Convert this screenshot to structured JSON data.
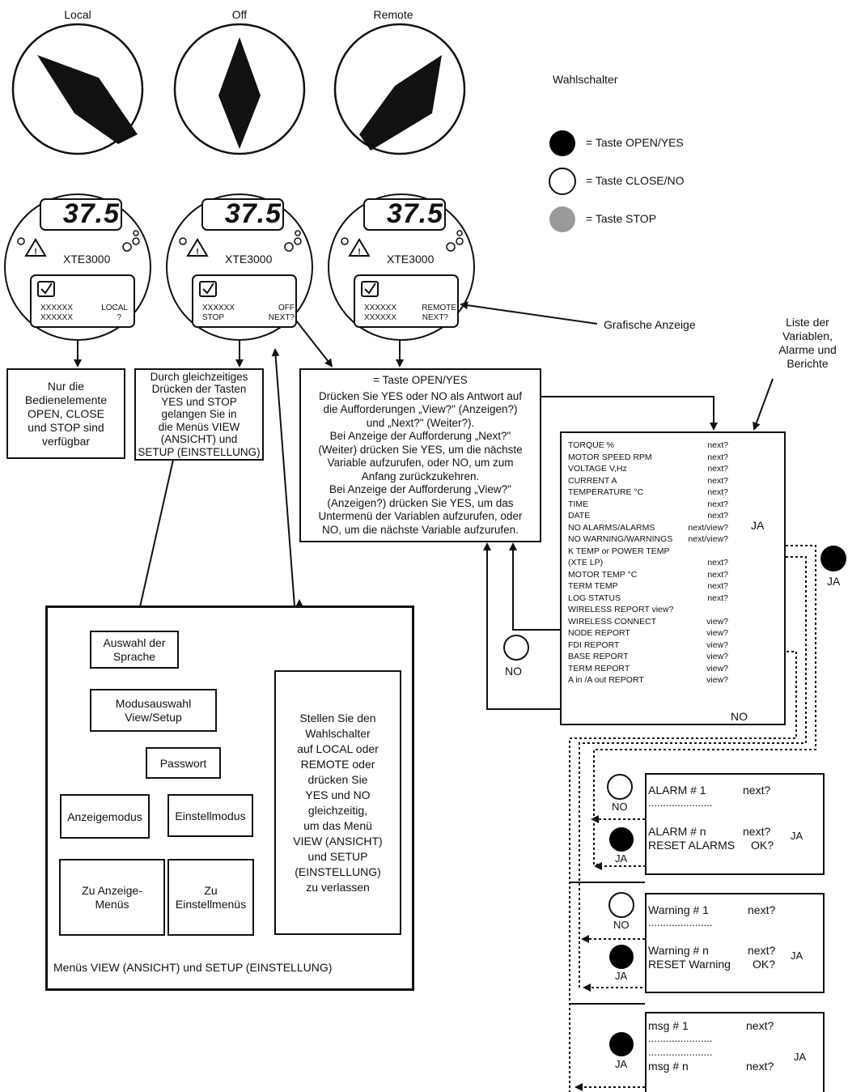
{
  "switch_labels": [
    "Local",
    "Off",
    "Remote"
  ],
  "legend": {
    "title": "Wahlschalter",
    "items": [
      {
        "label": "= Taste OPEN/YES",
        "color": "#000000"
      },
      {
        "label": "= Taste CLOSE/NO",
        "color": "#ffffff"
      },
      {
        "label": "= Taste STOP",
        "color": "#9a9a9a"
      }
    ]
  },
  "display": {
    "reading": "37.5",
    "model": "XTE3000",
    "panels": [
      {
        "l1": "XXXXXX",
        "l2": "XXXXXX",
        "r1": "LOCAL",
        "r2": "?"
      },
      {
        "l1": "XXXXXX",
        "l2": "STOP",
        "r1": "OFF",
        "r2": "NEXT?"
      },
      {
        "l1": "XXXXXX",
        "l2": "XXXXXX",
        "r1": "REMOTE",
        "r2": "NEXT?"
      }
    ]
  },
  "annotations": {
    "graphic_display": "Grafische Anzeige",
    "variables_list": [
      "Liste der",
      "Variablen,",
      "Alarme und",
      "Berichte"
    ]
  },
  "boxes": {
    "local_only": [
      "Nur die",
      "Bedienelemente",
      "OPEN, CLOSE",
      "und STOP sind",
      "verfügbar"
    ],
    "simultaneous": [
      "Durch gleichzeitiges",
      "Drücken der Tasten",
      "YES und STOP",
      "gelangen Sie in",
      "die Menüs VIEW",
      "(ANSICHT) und",
      "SETUP (EINSTELLUNG)"
    ],
    "instructions": [
      "= Taste OPEN/YES",
      "Drücken Sie YES oder NO als Antwort auf",
      "die Aufforderungen „View?\" (Anzeigen?)",
      "und „Next?\" (Weiter?).",
      "Bei Anzeige der Aufforderung „Next?\"",
      "(Weiter) drücken Sie YES, um die nächste",
      "Variable aufzurufen, oder NO, um zum",
      "Anfang zurückzukehren.",
      "Bei Anzeige der Aufforderung „View?\"",
      "(Anzeigen?) drücken Sie YES, um das",
      "Untermenü der Variablen aufzurufen, oder",
      "NO, um die nächste Variable aufzurufen."
    ]
  },
  "menu": {
    "caption": "Menüs VIEW (ANSICHT) und SETUP (EINSTELLUNG)",
    "language": [
      "Auswahl der",
      "Sprache"
    ],
    "mode": [
      "Modusauswahl",
      "View/Setup"
    ],
    "password": "Passwort",
    "view_mode": "Anzeigemodus",
    "setup_mode": "Einstellmodus",
    "to_view": [
      "Zu Anzeige-",
      "Menüs"
    ],
    "to_setup": [
      "Zu",
      "Einstellmenüs"
    ],
    "exit": [
      "Stellen Sie den",
      "Wahlschalter",
      "auf LOCAL oder",
      "REMOTE oder",
      "drücken Sie",
      "YES und NO",
      "gleichzeitig,",
      "um das Menü",
      "VIEW (ANSICHT)",
      "und SETUP",
      "(EINSTELLUNG)",
      "zu verlassen"
    ]
  },
  "variables": [
    {
      "name": "TORQUE %",
      "prompt": "next?"
    },
    {
      "name": "MOTOR SPEED RPM",
      "prompt": "next?"
    },
    {
      "name": "VOLTAGE V,Hz",
      "prompt": "next?"
    },
    {
      "name": "CURRENT A",
      "prompt": "next?"
    },
    {
      "name": "TEMPERATURE °C",
      "prompt": "next?"
    },
    {
      "name": "TIME",
      "prompt": "next?"
    },
    {
      "name": "DATE",
      "prompt": "next?"
    },
    {
      "name": "NO ALARMS/ALARMS",
      "prompt": "next/view?"
    },
    {
      "name": "NO WARNING/WARNINGS",
      "prompt": "next/view?"
    },
    {
      "name": "K TEMP or POWER TEMP",
      "prompt": ""
    },
    {
      "name": "(XTE LP)",
      "prompt": "next?"
    },
    {
      "name": "MOTOR TEMP °C",
      "prompt": "next?"
    },
    {
      "name": "TERM TEMP",
      "prompt": "next?"
    },
    {
      "name": "LOG STATUS",
      "prompt": "next?"
    },
    {
      "name": "WIRELESS REPORT  view?",
      "prompt": ""
    },
    {
      "name": "WIRELESS CONNECT",
      "prompt": "view?"
    },
    {
      "name": "NODE REPORT",
      "prompt": "view?"
    },
    {
      "name": "FDI REPORT",
      "prompt": "view?"
    },
    {
      "name": "BASE REPORT",
      "prompt": "view?"
    },
    {
      "name": "TERM REPORT",
      "prompt": "view?"
    },
    {
      "name": "A in /A out REPORT",
      "prompt": "view?"
    }
  ],
  "buttons": {
    "yes": "JA",
    "no": "NO"
  },
  "submenus": [
    {
      "first": "ALARM # 1",
      "dots": "......................",
      "last": "ALARM # n",
      "reset": "RESET ALARMS",
      "next": "next?",
      "ok": "OK?"
    },
    {
      "first": "Warning # 1",
      "dots": "......................",
      "last": "Warning # n",
      "reset": "RESET Warning",
      "next": "next?",
      "ok": "OK?"
    },
    {
      "first": "msg #  1",
      "dots": "......................",
      "last": "msg #  n",
      "next": "next?"
    }
  ]
}
